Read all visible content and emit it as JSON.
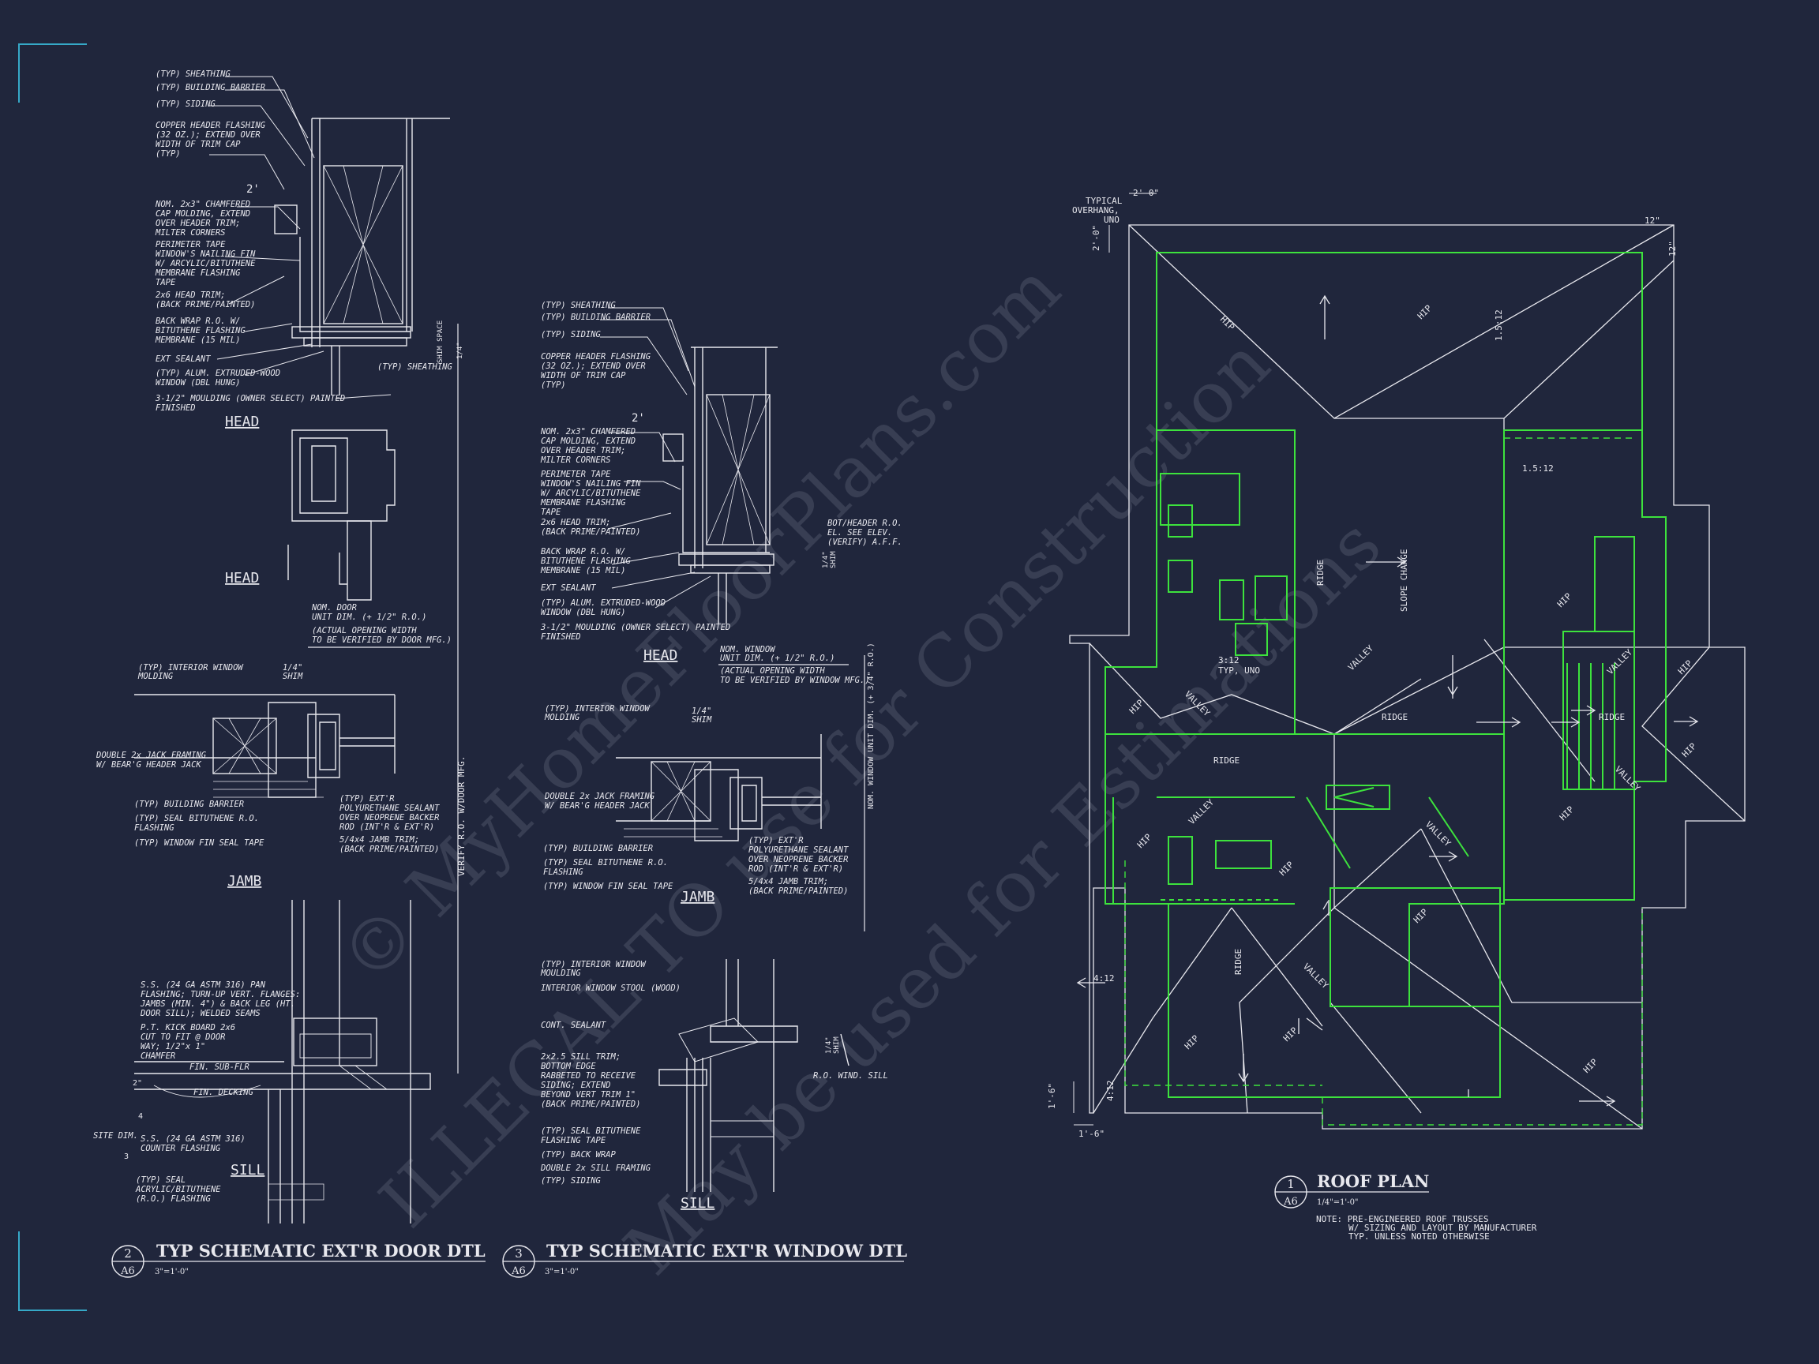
{
  "door_detail": {
    "head": {
      "notes": [
        "(TYP) SHEATHING",
        "(TYP) BUILDING BARRIER",
        "(TYP) SIDING",
        "COPPER HEADER FLASHING",
        "(32 OZ.); EXTEND OVER",
        "WIDTH OF TRIM CAP",
        "(TYP)",
        "NOM. 2x3\" CHAMFERED",
        "CAP MOLDING, EXTEND",
        "OVER HEADER TRIM;",
        "MILTER CORNERS",
        "PERIMETER TAPE",
        "WINDOW'S NAILING FIN",
        "W/ ARCYLIC/BITUTHENE",
        "MEMBRANE FLASHING",
        "TAPE",
        "2x6 HEAD TRIM;",
        "(BACK PRIME/PAINTED)",
        "BACK WRAP R.O. W/",
        "BITUTHENE FLASHING",
        "MEMBRANE (15 MIL)",
        "EXT SEALANT",
        "(TYP) ALUM. EXTRUDED-WOOD",
        "WINDOW (DBL HUNG)",
        "3-1/2\" MOULDING (OWNER SELECT) PAINTED",
        "FINISHED"
      ],
      "dim_2": "2'",
      "shim_space": "SHIM SPACE",
      "dim_quarter": "1/4\"",
      "typ_sheathing": "(TYP) SHEATHING",
      "label_head_1": "HEAD",
      "label_head_2": "HEAD"
    },
    "verify_note": "VERIFY R.O. W/DOOR MFG.",
    "jamb": {
      "unit_dim": [
        "NOM. DOOR",
        "UNIT DIM. (+ 1/2\" R.O.)",
        "(ACTUAL OPENING WIDTH",
        "TO BE VERIFIED BY DOOR MFG.)"
      ],
      "left_notes": [
        "(TYP) INTERIOR WINDOW",
        "MOLDING",
        "DOUBLE 2x JACK FRAMING",
        "W/ BEAR'G HEADER JACK",
        "(TYP) BUILDING BARRIER",
        "(TYP) SEAL BITUTHENE R.O.",
        "FLASHING",
        "(TYP) WINDOW FIN SEAL TAPE"
      ],
      "shim": [
        "1/4\"",
        "SHIM"
      ],
      "right_notes": [
        "(TYP) EXT'R",
        "POLYURETHANE SEALANT",
        "OVER NEOPRENE BACKER",
        "ROD (INT'R & EXT'R)",
        "5/4x4 JAMB TRIM;",
        "(BACK PRIME/PAINTED)"
      ],
      "label": "JAMB"
    },
    "sill": {
      "notes": [
        "S.S. (24 GA ASTM 316) PAN",
        "FLASHING; TURN-UP VERT. FLANGES:",
        "JAMBS (MIN. 4\") & BACK LEG (HT.",
        "DOOR SILL); WELDED SEAMS",
        "P.T. KICK BOARD 2x6",
        "CUT TO FIT @ DOOR",
        "WAY; 1/2\"x 1\"",
        "CHAMFER",
        "FIN. SUB-FLR",
        "FIN. DECKING",
        "SITE DIM.",
        "S.S. (24 GA ASTM 316)",
        "COUNTER FLASHING",
        "(TYP) SEAL",
        "ACRYLIC/BITUTHENE",
        "(R.O.) FLASHING"
      ],
      "dims": [
        "2\"",
        "4",
        "3"
      ],
      "label": "SILL"
    },
    "title_block": {
      "number": "2",
      "sheet": "A6",
      "title": "TYP SCHEMATIC EXT'R DOOR DTL",
      "scale": "3\"=1'-0\""
    }
  },
  "window_detail": {
    "head": {
      "notes": [
        "(TYP) SHEATHING",
        "(TYP) BUILDING BARRIER",
        "(TYP) SIDING",
        "COPPER HEADER FLASHING",
        "(32 OZ.); EXTEND OVER",
        "WIDTH OF TRIM CAP",
        "(TYP)",
        "NOM. 2x3\" CHAMFERED",
        "CAP MOLDING, EXTEND",
        "OVER HEADER TRIM;",
        "MILTER CORNERS",
        "PERIMETER TAPE",
        "WINDOW'S NAILING FIN",
        "W/ ARCYLIC/BITUTHENE",
        "MEMBRANE FLASHING",
        "TAPE",
        "2x6 HEAD TRIM;",
        "(BACK PRIME/PAINTED)",
        "BACK WRAP R.O. W/",
        "BITUTHENE FLASHING",
        "MEMBRANE (15 MIL)",
        "EXT SEALANT",
        "(TYP) ALUM. EXTRUDED-WOOD",
        "WINDOW (DBL HUNG)",
        "3-1/2\" MOULDING (OWNER SELECT) PAINTED",
        "FINISHED"
      ],
      "dim_2": "2'",
      "bot_header": [
        "BOT/HEADER R.O.",
        "EL. SEE ELEV.",
        "(VERIFY) A.F.F."
      ],
      "shim": [
        "1/4\"",
        "SHIM"
      ],
      "label": "HEAD"
    },
    "unit_dim_note": "NOM. WINDOW UNIT DIM. (+ 3/4\" R.O.)",
    "jamb": {
      "unit_dim": [
        "NOM. WINDOW",
        "UNIT DIM. (+ 1/2\" R.O.)",
        "(ACTUAL OPENING WIDTH",
        "TO BE VERIFIED BY WINDOW MFG.)"
      ],
      "left_notes": [
        "(TYP) INTERIOR WINDOW",
        "MOLDING",
        "DOUBLE 2x JACK FRAMING",
        "W/ BEAR'G HEADER JACK",
        "(TYP) BUILDING BARRIER",
        "(TYP) SEAL BITUTHENE R.O.",
        "FLASHING",
        "(TYP) WINDOW FIN SEAL TAPE"
      ],
      "shim": [
        "1/4\"",
        "SHIM"
      ],
      "right_notes": [
        "(TYP) EXT'R",
        "POLYURETHANE SEALANT",
        "OVER NEOPRENE BACKER",
        "ROD (INT'R & EXT'R)",
        "5/4x4 JAMB TRIM;",
        "(BACK PRIME/PAINTED)"
      ],
      "label": "JAMB"
    },
    "sill": {
      "notes": [
        "(TYP) INTERIOR WINDOW",
        "MOULDING",
        "INTERIOR WINDOW STOOL (WOOD)",
        "CONT. SEALANT",
        "2x2.5 SILL TRIM;",
        "BOTTOM EDGE",
        "RABBETED TO RECEIVE",
        "SIDING; EXTEND",
        "BEYOND VERT TRIM 1\"",
        "(BACK PRIME/PAINTED)",
        "(TYP) SEAL BITUTHENE",
        "FLASHING TAPE",
        "(TYP) BACK WRAP",
        "DOUBLE 2x SILL FRAMING",
        "(TYP) SIDING"
      ],
      "shim": [
        "1/4\"",
        "SHIM"
      ],
      "rough_sill": "R.O. WIND. SILL",
      "label": "SILL"
    },
    "title_block": {
      "number": "3",
      "sheet": "A6",
      "title": "TYP SCHEMATIC EXT'R WINDOW DTL",
      "scale": "3\"=1'-0\""
    }
  },
  "roof_plan": {
    "overhang_note": [
      "TYPICAL",
      "OVERHANG,",
      "UNO"
    ],
    "dims": [
      "2'-0\"",
      "2'-0\"",
      "12\"",
      "12\"",
      "1'-6\"",
      "1'-6\""
    ],
    "labels": {
      "hip": "HIP",
      "valley": "VALLEY",
      "ridge": "RIDGE",
      "slope_change": "SLOPE CHANGE",
      "pitch_1_5": "1.5:12",
      "pitch_3": "3:12",
      "typ_uno": "TYP, UNO",
      "pitch_4": "4:12"
    },
    "title_block": {
      "number": "1",
      "sheet": "A6",
      "title": "ROOF PLAN",
      "scale": "1/4\"=1'-0\""
    },
    "note": [
      "NOTE: PRE-ENGINEERED ROOF TRUSSES",
      "W/ SIZING AND LAYOUT BY MANUFACTURER",
      "TYP. UNLESS NOTED OTHERWISE"
    ]
  },
  "watermark": [
    "© MyHomeFloorPlans.com",
    "ILLEGAL TO use for Construction",
    "May be used for Estimations"
  ],
  "colors": {
    "background": "#20263c",
    "linework": "#e8e8ee",
    "plan_green": "#3de23d",
    "border_cyan": "#36a9c8"
  }
}
